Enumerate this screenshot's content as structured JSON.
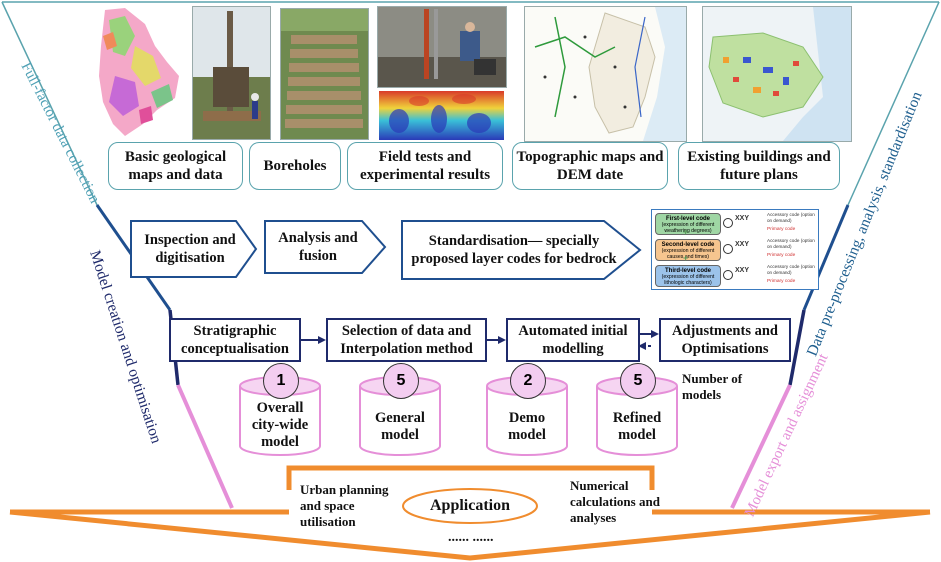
{
  "side_labels": {
    "left_top": "Full-factor data collection",
    "left_bottom": "Model creation and optimisation",
    "right_top": "Data pre-processing, analysis, standardisation",
    "right_bottom": "Model export and assignment"
  },
  "data_sources": [
    {
      "label": "Basic geological maps and data"
    },
    {
      "label": "Boreholes"
    },
    {
      "label": "Field tests and experimental results"
    },
    {
      "label": "Topographic maps and DEM date"
    },
    {
      "label": "Existing buildings and future plans"
    }
  ],
  "preprocessing_steps": [
    {
      "label": "Inspection and digitisation"
    },
    {
      "label": "Analysis and fusion"
    },
    {
      "label": "Standardisation— specially proposed layer codes for bedrock"
    }
  ],
  "layer_codes": {
    "levels": [
      {
        "title": "First-level code",
        "desc": "(expression of different weathering degrees)",
        "color": "#9fd6a4"
      },
      {
        "title": "Second-level code",
        "desc": "(expression of different causes and times)",
        "color": "#f6c58f"
      },
      {
        "title": "Third-level code",
        "desc": "(expression of different lithologic characters)",
        "color": "#9cc3ea"
      }
    ],
    "code_text": "XXY",
    "accessory_label": "Accessory code (option on demand)",
    "primary_label": "Primary code"
  },
  "modelling_steps": [
    {
      "label": "Stratigraphic conceptualisation"
    },
    {
      "label": "Selection of data and Interpolation method"
    },
    {
      "label": "Automated initial modelling"
    },
    {
      "label": "Adjustments and Optimisations"
    }
  ],
  "models": [
    {
      "count": "1",
      "label": "Overall city-wide model"
    },
    {
      "count": "5",
      "label": "General model"
    },
    {
      "count": "2",
      "label": "Demo model"
    },
    {
      "count": "5",
      "label": "Refined model"
    }
  ],
  "models_caption": "Number of models",
  "application": {
    "center": "Application",
    "left": "Urban planning and space utilisation",
    "right": "Numerical calculations and analyses",
    "more": "...... ......"
  },
  "colors": {
    "teal": "#5aa3ad",
    "navy": "#1f2a6b",
    "pink": "#e58fd8",
    "orange": "#f08c2e",
    "cylinder_fill": "#f6d5f2"
  }
}
